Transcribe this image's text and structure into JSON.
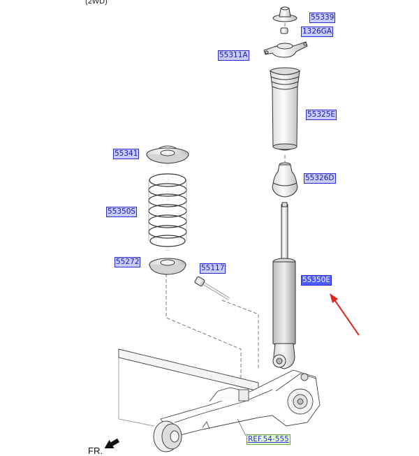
{
  "variant_label": "(2WD)",
  "front_label": "FR.",
  "colors": {
    "callout_fill": "#c8ccff",
    "callout_border": "#2b2bd0",
    "callout_active_fill": "#4f5cff",
    "ref_fill": "#e9ffd8",
    "ref_border": "#5cae2a",
    "arrow": "#e0241f"
  },
  "parts": {
    "cap": "55339",
    "nut": "1326GA",
    "mount": "55311A",
    "dust_cover": "55325E",
    "bumper": "55326D",
    "absorber": "55350E",
    "upper_pad": "55341",
    "spring": "55350S",
    "lower_pad": "55272",
    "bolt": "55117",
    "reference": "REF.54-555"
  },
  "highlighted_part": "55350E",
  "icons": {
    "front_direction": "front-arrow-icon",
    "pointer": "red-pointer-arrow"
  }
}
